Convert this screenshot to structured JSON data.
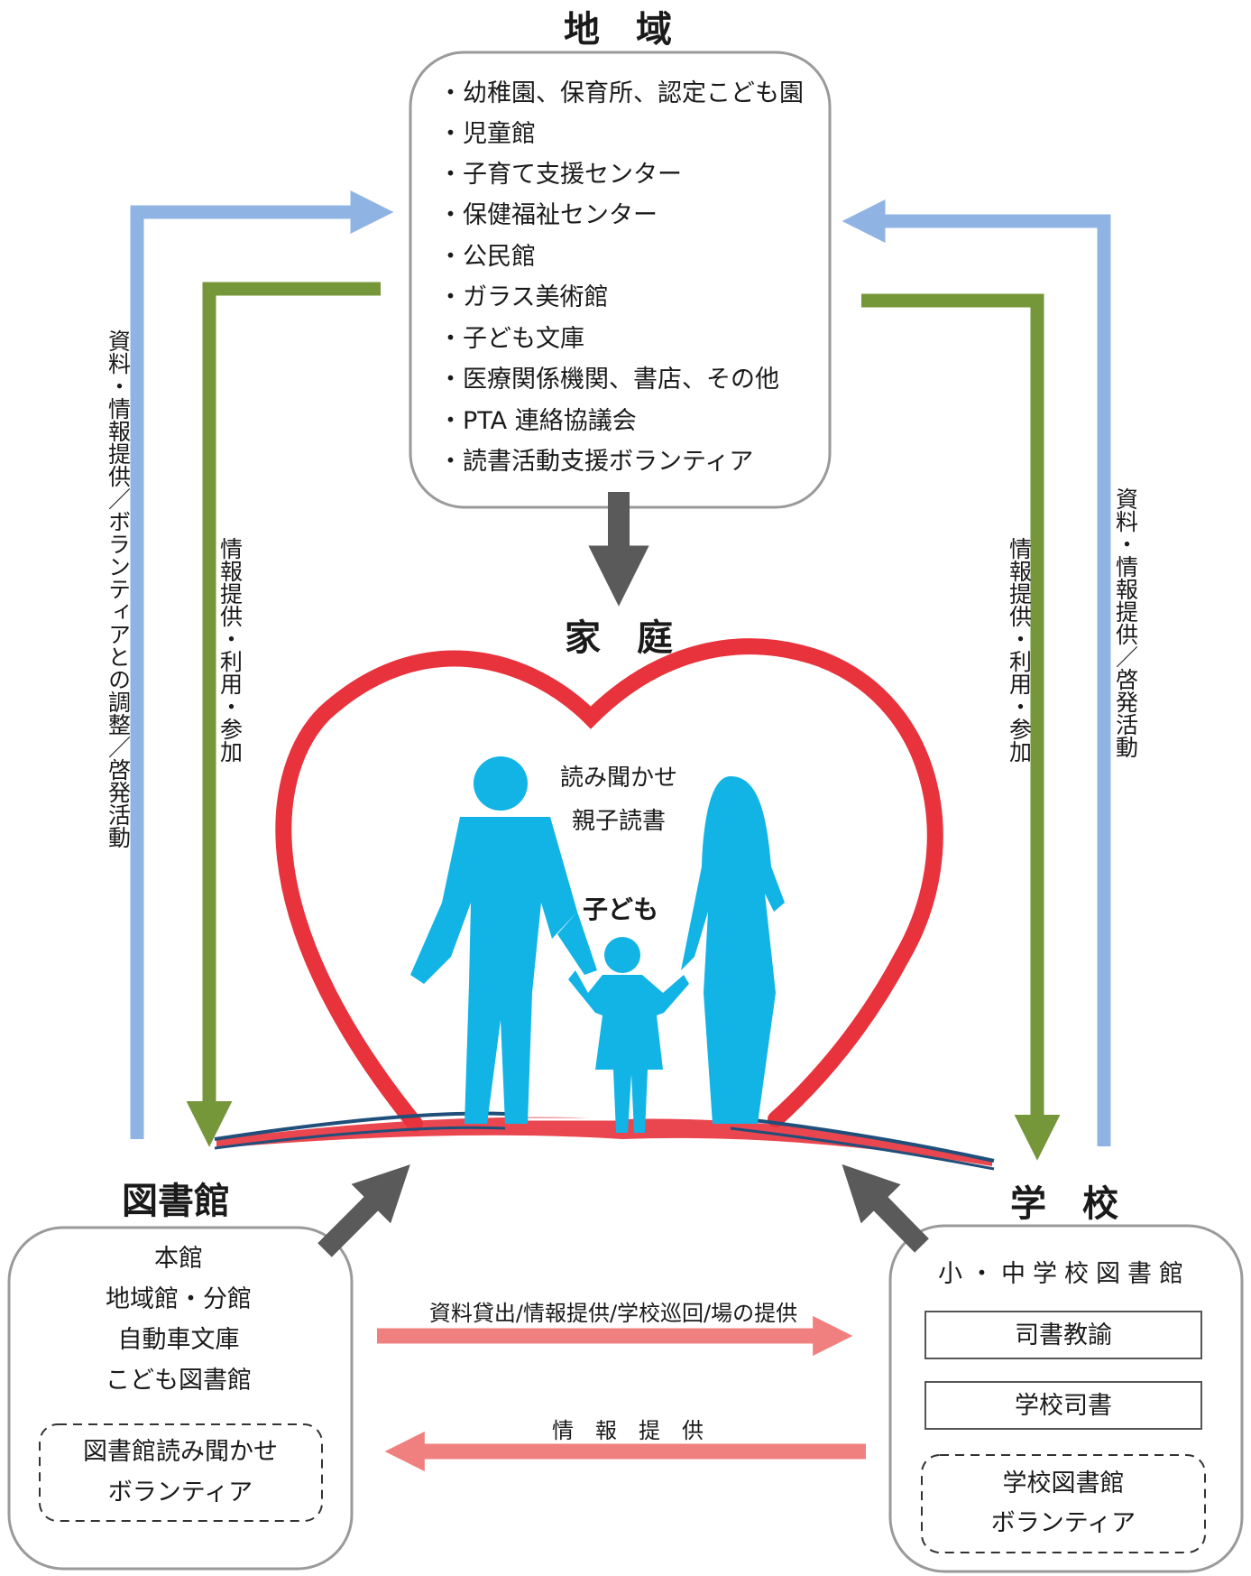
{
  "community": {
    "heading": "地　域",
    "items": [
      "・幼稚園、保育所、認定こども園",
      "・児童館",
      "・子育て支援センター",
      "・保健福祉センター",
      "・公民館",
      "・ガラス美術館",
      "・子ども文庫",
      "・医療関係機関、書店、その他",
      "・PTA 連絡協議会",
      "・読書活動支援ボランティア"
    ]
  },
  "home": {
    "heading": "家　庭",
    "activity_1": "読み聞かせ",
    "activity_2": "親子読書",
    "child": "子ども"
  },
  "library": {
    "heading": "図書館",
    "items": [
      "本館",
      "地域館・分館",
      "自動車文庫",
      "こども図書館"
    ],
    "volunteer_1": "図書館読み聞かせ",
    "volunteer_2": "ボランティア"
  },
  "school": {
    "heading": "学　校",
    "subtitle": "小・中学校図書館",
    "role_1": "司書教諭",
    "role_2": "学校司書",
    "volunteer_1": "学校図書館",
    "volunteer_2": "ボランティア"
  },
  "flows": {
    "left_outer": "資料・情報提供／ボランティアとの調整／啓発活動",
    "left_inner": "情報提供・利用・参加",
    "right_inner": "情報提供・利用・参加",
    "right_outer": "資料・情報提供／啓発活動",
    "library_to_school": "資料貸出/情報提供/学校巡回/場の提供",
    "school_to_library": "情　報　提　供"
  },
  "colors": {
    "blue_arrow": "#8fb4e3",
    "green_arrow": "#76963a",
    "pink_arrow": "#f08080",
    "gray_arrow": "#5a5a5a",
    "heart": "#e8323c",
    "silhouette": "#12b4e6"
  }
}
